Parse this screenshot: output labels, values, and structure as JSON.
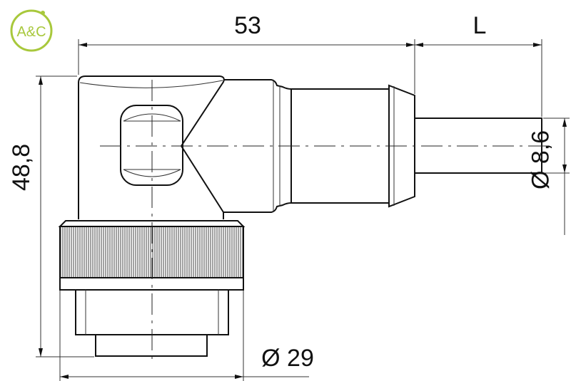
{
  "logo": {
    "text": "A&C",
    "color": "#a8c83c"
  },
  "dimensions": {
    "body_length": "53",
    "cable_length": "L",
    "height": "48,8",
    "nut_diameter": "Ø 29",
    "cable_diameter": "Ø 8,6"
  },
  "colors": {
    "line": "#111111"
  }
}
